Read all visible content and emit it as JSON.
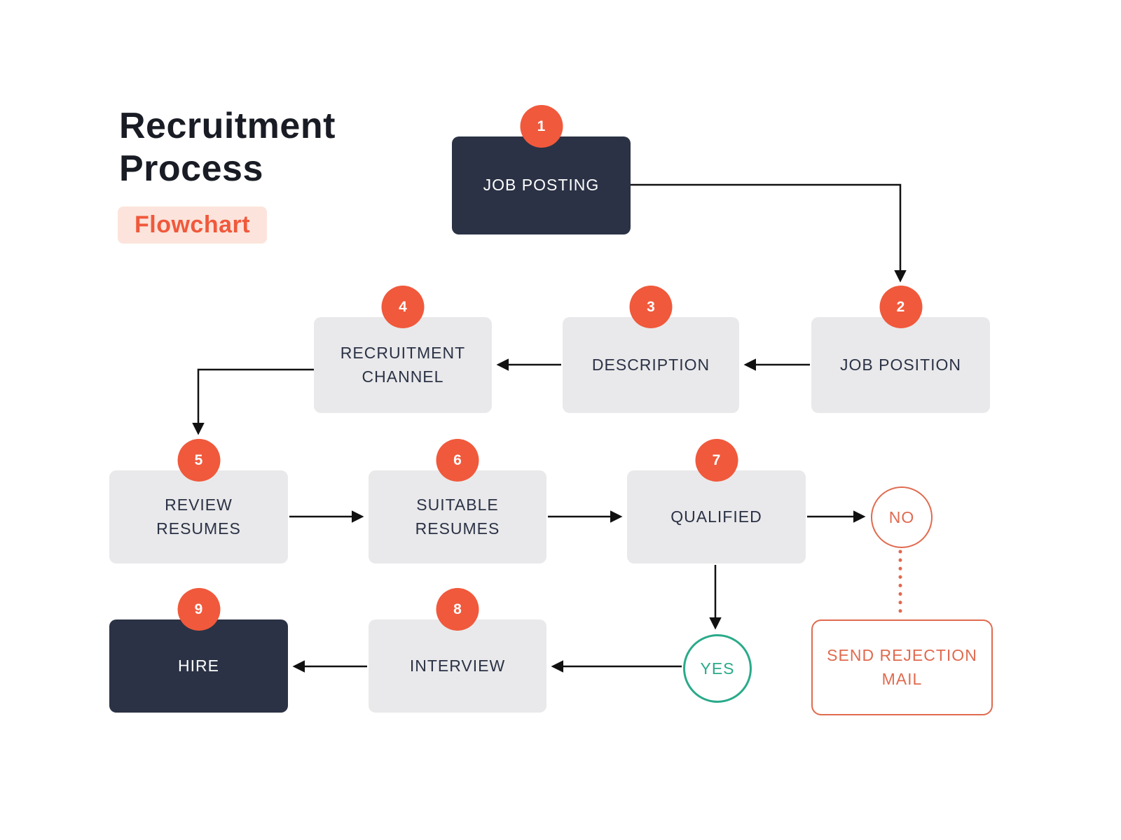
{
  "header": {
    "title": "Recruitment\nProcess",
    "badge": "Flowchart"
  },
  "colors": {
    "accent_orange": "#F0593C",
    "dark_navy": "#2B3245",
    "light_gray": "#E9E9EB",
    "teal": "#2AAA8A",
    "outline_orange": "#E06A4F",
    "badge_background": "#FCE4DC",
    "arrow": "#111111"
  },
  "nodes": [
    {
      "number": "1",
      "label": "JOB POSTING",
      "style": "dark"
    },
    {
      "number": "2",
      "label": "JOB POSITION",
      "style": "light"
    },
    {
      "number": "3",
      "label": "DESCRIPTION",
      "style": "light"
    },
    {
      "number": "4",
      "label": "RECRUITMENT\nCHANNEL",
      "style": "light"
    },
    {
      "number": "5",
      "label": "REVIEW\nRESUMES",
      "style": "light"
    },
    {
      "number": "6",
      "label": "SUITABLE\nRESUMES",
      "style": "light"
    },
    {
      "number": "7",
      "label": "QUALIFIED",
      "style": "light"
    },
    {
      "number": "8",
      "label": "INTERVIEW",
      "style": "light"
    },
    {
      "number": "9",
      "label": "HIRE",
      "style": "dark"
    }
  ],
  "decisions": [
    {
      "label": "NO",
      "color": "#E06A4F"
    },
    {
      "label": "YES",
      "color": "#2AAA8A"
    }
  ],
  "outcome": {
    "label": "SEND REJECTION\nMAIL"
  },
  "edges": [
    {
      "from": "JOB POSTING",
      "to": "JOB POSITION",
      "style": "solid"
    },
    {
      "from": "JOB POSITION",
      "to": "DESCRIPTION",
      "style": "solid"
    },
    {
      "from": "DESCRIPTION",
      "to": "RECRUITMENT CHANNEL",
      "style": "solid"
    },
    {
      "from": "RECRUITMENT CHANNEL",
      "to": "REVIEW RESUMES",
      "style": "solid"
    },
    {
      "from": "REVIEW RESUMES",
      "to": "SUITABLE RESUMES",
      "style": "solid"
    },
    {
      "from": "SUITABLE RESUMES",
      "to": "QUALIFIED",
      "style": "solid"
    },
    {
      "from": "QUALIFIED",
      "to": "NO",
      "style": "solid"
    },
    {
      "from": "QUALIFIED",
      "to": "YES",
      "style": "solid"
    },
    {
      "from": "NO",
      "to": "SEND REJECTION MAIL",
      "style": "dotted"
    },
    {
      "from": "YES",
      "to": "INTERVIEW",
      "style": "solid"
    },
    {
      "from": "INTERVIEW",
      "to": "HIRE",
      "style": "solid"
    }
  ]
}
